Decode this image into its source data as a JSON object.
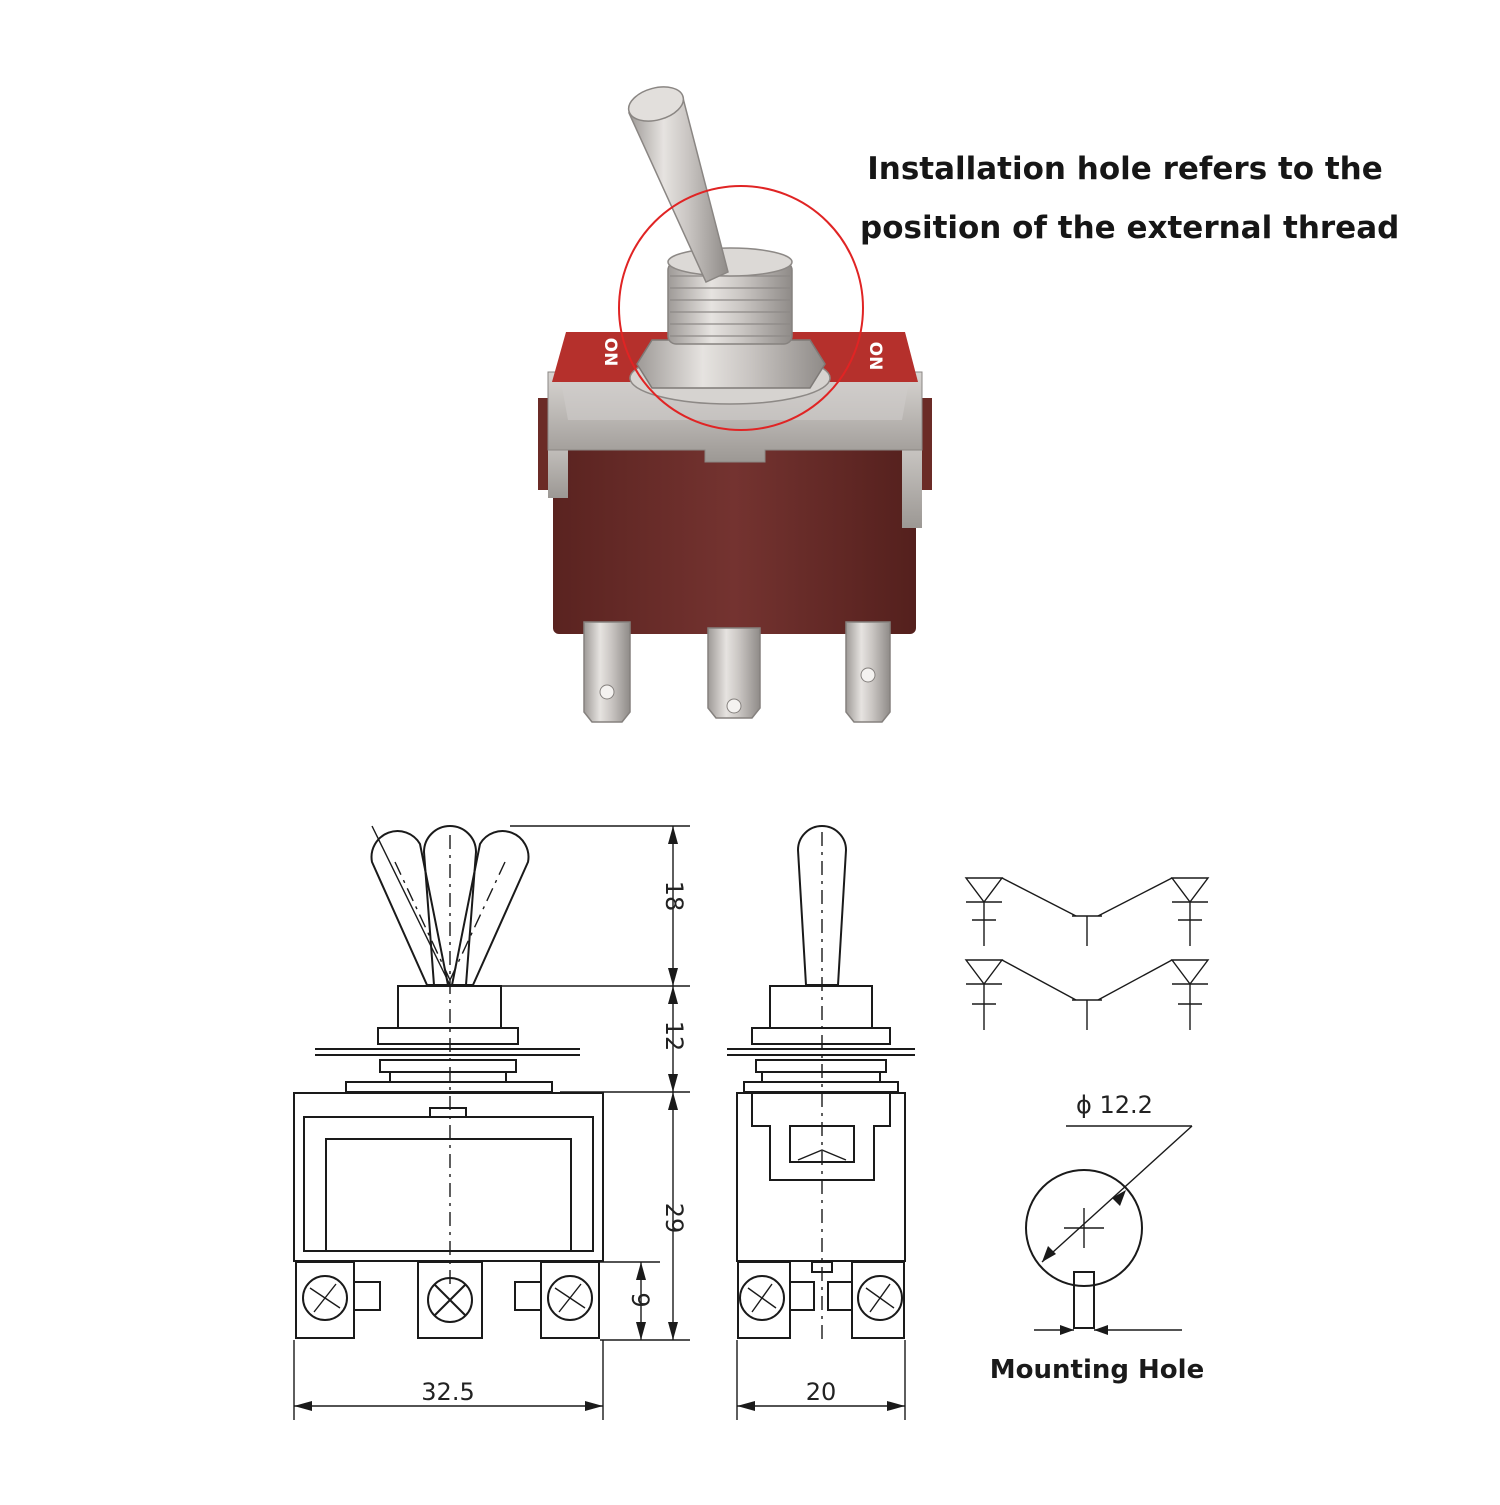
{
  "caption": {
    "line1": "Installation hole refers to the",
    "line2": "position of the external thread"
  },
  "switch_photo": {
    "left_label": "ON",
    "right_label": "ON",
    "highlight_color": "#e02424",
    "body_color": "#6b2b26",
    "plate_color": "#b9b5b2"
  },
  "dimensions": {
    "lever_height": "18",
    "bushing_height": "12",
    "body_height": "29",
    "terminal_height": "9",
    "width": "32.5",
    "depth": "20",
    "hole_diameter": "ϕ 12.2"
  },
  "mounting_hole": {
    "label": "Mounting Hole"
  }
}
